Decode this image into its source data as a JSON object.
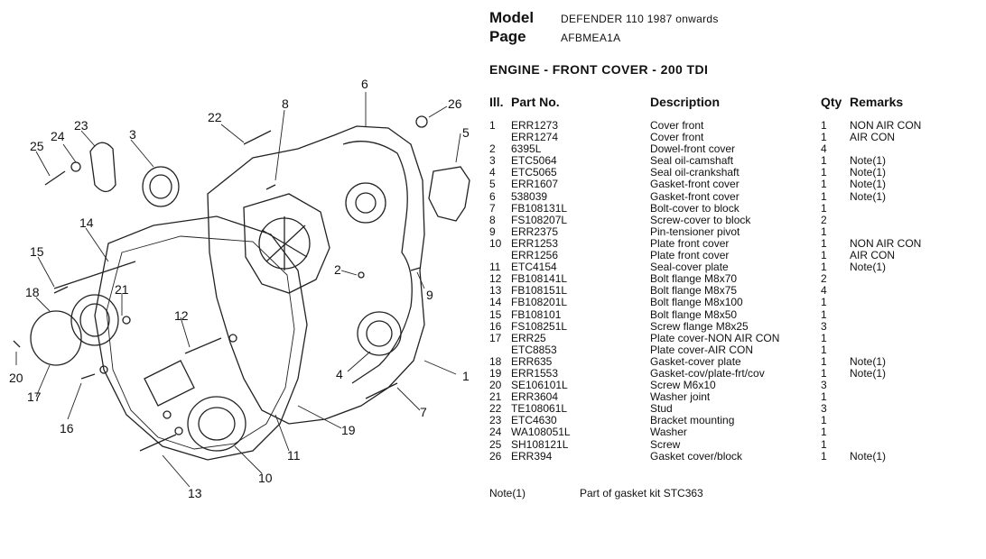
{
  "header": {
    "model_label": "Model",
    "model_value": "DEFENDER 110 1987 onwards",
    "page_label": "Page",
    "page_value": "AFBMEA1A"
  },
  "section_title": "ENGINE - FRONT COVER - 200 TDI",
  "columns": {
    "ill": "Ill.",
    "part": "Part No.",
    "desc": "Description",
    "qty": "Qty",
    "remarks": "Remarks"
  },
  "parts": [
    {
      "ill": "1",
      "part": "ERR1273",
      "desc": "Cover front",
      "qty": "1",
      "remarks": "NON AIR CON"
    },
    {
      "ill": "",
      "part": "ERR1274",
      "desc": "Cover front",
      "qty": "1",
      "remarks": "AIR CON"
    },
    {
      "ill": "2",
      "part": "6395L",
      "desc": "Dowel-front cover",
      "qty": "4",
      "remarks": ""
    },
    {
      "ill": "3",
      "part": "ETC5064",
      "desc": "Seal oil-camshaft",
      "qty": "1",
      "remarks": "Note(1)"
    },
    {
      "ill": "4",
      "part": "ETC5065",
      "desc": "Seal oil-crankshaft",
      "qty": "1",
      "remarks": "Note(1)"
    },
    {
      "ill": "5",
      "part": "ERR1607",
      "desc": "Gasket-front cover",
      "qty": "1",
      "remarks": "Note(1)"
    },
    {
      "ill": "6",
      "part": "538039",
      "desc": "Gasket-front cover",
      "qty": "1",
      "remarks": "Note(1)"
    },
    {
      "ill": "7",
      "part": "FB108131L",
      "desc": "Bolt-cover to block",
      "qty": "1",
      "remarks": ""
    },
    {
      "ill": "8",
      "part": "FS108207L",
      "desc": "Screw-cover to block",
      "qty": "2",
      "remarks": ""
    },
    {
      "ill": "9",
      "part": "ERR2375",
      "desc": "Pin-tensioner pivot",
      "qty": "1",
      "remarks": ""
    },
    {
      "ill": "10",
      "part": "ERR1253",
      "desc": "Plate front cover",
      "qty": "1",
      "remarks": "NON AIR CON"
    },
    {
      "ill": "",
      "part": "ERR1256",
      "desc": "Plate front cover",
      "qty": "1",
      "remarks": "AIR CON"
    },
    {
      "ill": "11",
      "part": "ETC4154",
      "desc": "Seal-cover plate",
      "qty": "1",
      "remarks": "Note(1)"
    },
    {
      "ill": "12",
      "part": "FB108141L",
      "desc": "Bolt flange M8x70",
      "qty": "2",
      "remarks": ""
    },
    {
      "ill": "13",
      "part": "FB108151L",
      "desc": "Bolt flange M8x75",
      "qty": "4",
      "remarks": ""
    },
    {
      "ill": "14",
      "part": "FB108201L",
      "desc": "Bolt flange M8x100",
      "qty": "1",
      "remarks": ""
    },
    {
      "ill": "15",
      "part": "FB108101",
      "desc": "Bolt flange M8x50",
      "qty": "1",
      "remarks": ""
    },
    {
      "ill": "16",
      "part": "FS108251L",
      "desc": "Screw flange M8x25",
      "qty": "3",
      "remarks": ""
    },
    {
      "ill": "17",
      "part": "ERR25",
      "desc": "Plate cover-NON AIR CON",
      "qty": "1",
      "remarks": ""
    },
    {
      "ill": "",
      "part": "ETC8853",
      "desc": "Plate cover-AIR CON",
      "qty": "1",
      "remarks": ""
    },
    {
      "ill": "18",
      "part": "ERR635",
      "desc": "Gasket-cover plate",
      "qty": "1",
      "remarks": "Note(1)"
    },
    {
      "ill": "19",
      "part": "ERR1553",
      "desc": "Gasket-cov/plate-frt/cov",
      "qty": "1",
      "remarks": "Note(1)"
    },
    {
      "ill": "20",
      "part": "SE106101L",
      "desc": "Screw M6x10",
      "qty": "3",
      "remarks": ""
    },
    {
      "ill": "21",
      "part": "ERR3604",
      "desc": "Washer joint",
      "qty": "1",
      "remarks": ""
    },
    {
      "ill": "22",
      "part": "TE108061L",
      "desc": "Stud",
      "qty": "3",
      "remarks": ""
    },
    {
      "ill": "23",
      "part": "ETC4630",
      "desc": "Bracket mounting",
      "qty": "1",
      "remarks": ""
    },
    {
      "ill": "24",
      "part": "WA108051L",
      "desc": "Washer",
      "qty": "1",
      "remarks": ""
    },
    {
      "ill": "25",
      "part": "SH108121L",
      "desc": "Screw",
      "qty": "1",
      "remarks": ""
    },
    {
      "ill": "26",
      "part": "ERR394",
      "desc": "Gasket cover/block",
      "qty": "1",
      "remarks": "Note(1)"
    }
  ],
  "note": {
    "label": "Note(1)",
    "text": "Part of gasket kit STC363"
  },
  "callouts": [
    "1",
    "2",
    "3",
    "4",
    "5",
    "6",
    "7",
    "8",
    "9",
    "10",
    "11",
    "12",
    "13",
    "14",
    "15",
    "16",
    "17",
    "18",
    "19",
    "20",
    "21",
    "22",
    "23",
    "24",
    "25",
    "26"
  ]
}
